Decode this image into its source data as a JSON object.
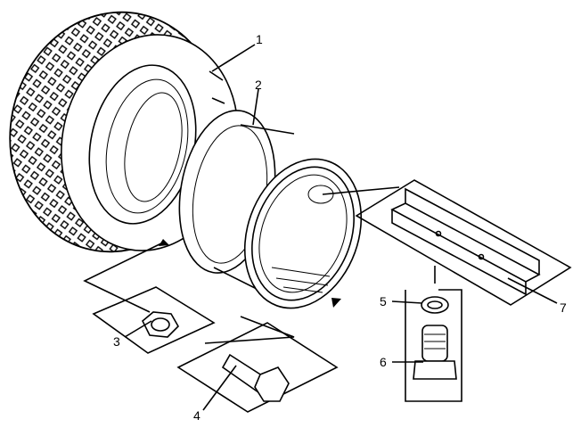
{
  "diagram": {
    "callouts": [
      {
        "id": "1",
        "text": "1"
      },
      {
        "id": "2",
        "text": "2"
      },
      {
        "id": "3",
        "text": "3"
      },
      {
        "id": "4",
        "text": "4"
      },
      {
        "id": "5",
        "text": "5"
      },
      {
        "id": "6",
        "text": "6"
      },
      {
        "id": "7",
        "text": "7"
      }
    ],
    "colors": {
      "line": "#000000",
      "background": "#ffffff"
    }
  }
}
